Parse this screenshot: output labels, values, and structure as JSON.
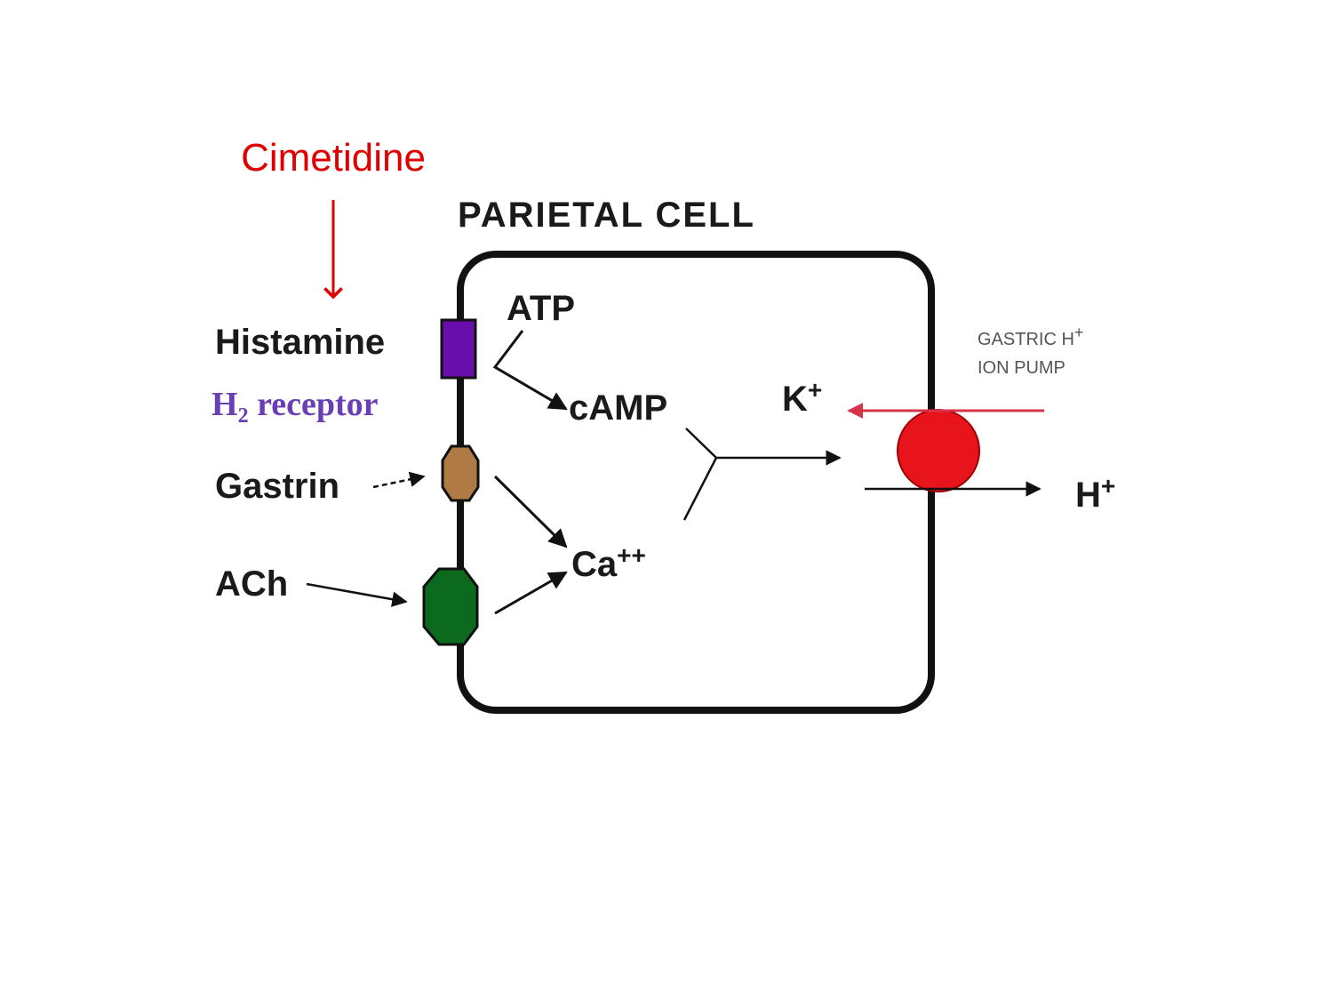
{
  "drug": {
    "label": "Cimetidine",
    "color": "#e00000"
  },
  "cell": {
    "title": "PARIETAL CELL"
  },
  "receptors": {
    "histamine": {
      "label": "Histamine",
      "color": "#6a0dad"
    },
    "h2": {
      "prefix": "H",
      "subscript": "2",
      "suffix": " receptor",
      "color": "#6a3fb5"
    },
    "gastrin": {
      "label": "Gastrin",
      "color": "#b07a45"
    },
    "ach": {
      "label": "ACh",
      "color": "#0b6a1e"
    }
  },
  "molecules": {
    "atp": "ATP",
    "camp": "cAMP",
    "ca_base": "Ca",
    "ca_charge": "++",
    "k_base": "K",
    "k_charge": "+",
    "h_base": "H",
    "h_charge": "+"
  },
  "pump": {
    "line1_base": "GASTRIC H",
    "line1_charge": "+",
    "line2": "ION PUMP",
    "color": "#e8141c",
    "k_arrow_color": "#d6334a"
  }
}
